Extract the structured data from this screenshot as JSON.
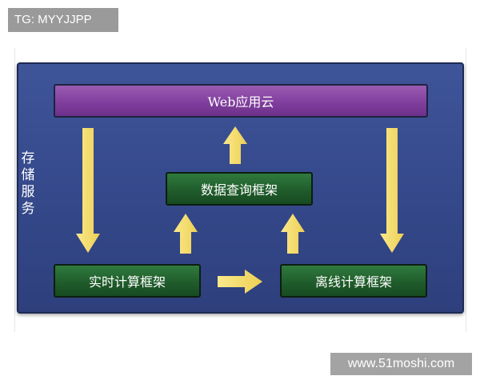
{
  "watermark_top": "TG: MYYJJPP",
  "watermark_bottom": "www.51moshi.com",
  "diagram": {
    "side_label": "存储服务",
    "web_cloud": "Web应用云",
    "query_framework": "数据查询框架",
    "realtime_framework": "实时计算框架",
    "offline_framework": "离线计算框架"
  },
  "colors": {
    "panel": "#3a4e92",
    "web_box": "#8a49a8",
    "framework_box": "#216030",
    "arrow": "#f7e27a"
  }
}
